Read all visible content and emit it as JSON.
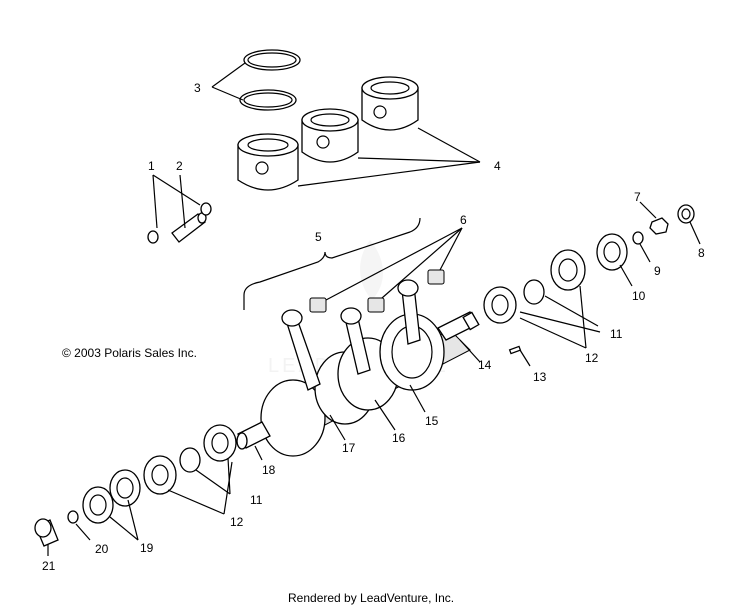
{
  "copyright": "© 2003 Polaris Sales Inc.",
  "footer": "Rendered by LeadVenture, Inc.",
  "watermark": "LEADVENTURE",
  "callouts": [
    "1",
    "2",
    "3",
    "4",
    "5",
    "6",
    "7",
    "8",
    "9",
    "10",
    "11",
    "12",
    "13",
    "14",
    "15",
    "16",
    "17",
    "18",
    "11",
    "12",
    "19",
    "20",
    "21"
  ]
}
